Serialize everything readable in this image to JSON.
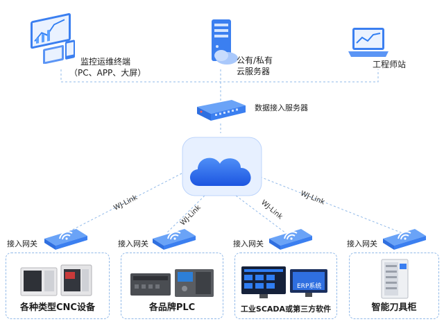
{
  "top": {
    "monitor_label_line1": "监控运维终端",
    "monitor_label_line2": "（PC、APP、大屏）",
    "cloud_server_line1": "公有/私有",
    "cloud_server_line2": "云服务器",
    "engineer_label": "工程师站"
  },
  "center": {
    "data_server_label": "数据接入服务器"
  },
  "links": {
    "l1": "WJ-Link",
    "l2": "WJ-Link",
    "l3": "WJ-Link",
    "l4": "WJ-Link"
  },
  "gateways": [
    {
      "label": "接入网关"
    },
    {
      "label": "接入网关"
    },
    {
      "label": "接入网关"
    },
    {
      "label": "接入网关"
    }
  ],
  "devices": [
    {
      "label": "各种类型CNC设备"
    },
    {
      "label": "各品牌PLC"
    },
    {
      "label": "工业SCADA或第三方软件",
      "erp_tag": "ERP系统"
    },
    {
      "label": "智能刀具柜"
    }
  ],
  "colors": {
    "accent": "#2f7df2",
    "line": "#8fb8e8",
    "dark": "#1b1b1b"
  }
}
